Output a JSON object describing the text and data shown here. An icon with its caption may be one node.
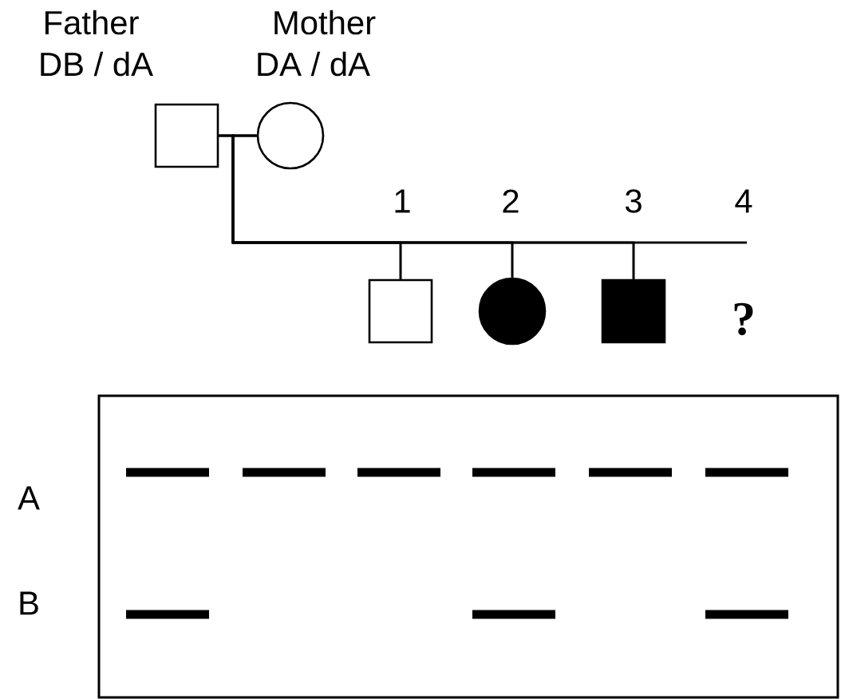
{
  "diagram": {
    "nodes": [
      {
        "text": [
          "Father",
          "DB / dA"
        ]
      },
      {
        "text": [
          "Mother",
          "DA / dA"
        ]
      },
      {
        "text": [
          "1"
        ]
      },
      {
        "text": [
          "2"
        ]
      },
      {
        "text": [
          "3"
        ]
      },
      {
        "text": [
          "4",
          "?"
        ]
      }
    ],
    "edges": [
      {
        "from": 0,
        "to": 1,
        "arrow": "none"
      },
      {
        "from": 0,
        "to": 2,
        "arrow": "none"
      },
      {
        "from": 0,
        "to": 3,
        "arrow": "none"
      },
      {
        "from": 0,
        "to": 4,
        "arrow": "none"
      },
      {
        "from": 1,
        "to": 2,
        "arrow": "none"
      },
      {
        "from": 1,
        "to": 3,
        "arrow": "none"
      },
      {
        "from": 1,
        "to": 4,
        "arrow": "none"
      },
      {
        "from": 0,
        "to": 5,
        "arrow": "none"
      },
      {
        "from": 1,
        "to": 5,
        "arrow": "none"
      }
    ],
    "labels": [
      "A",
      "B"
    ]
  }
}
